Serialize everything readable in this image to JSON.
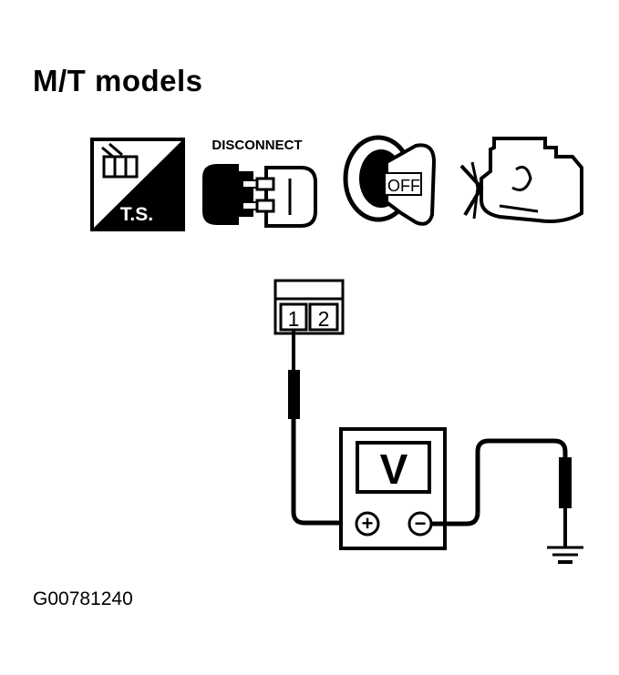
{
  "title": "M/T models",
  "icons": {
    "ts_label": "T.S.",
    "disconnect_label": "DISCONNECT",
    "ignition_label": "OFF"
  },
  "connector": {
    "terminal_1": "1",
    "terminal_2": "2"
  },
  "meter": {
    "display": "V",
    "positive_symbol": "+",
    "negative_symbol": "−"
  },
  "figure_id": "G00781240"
}
